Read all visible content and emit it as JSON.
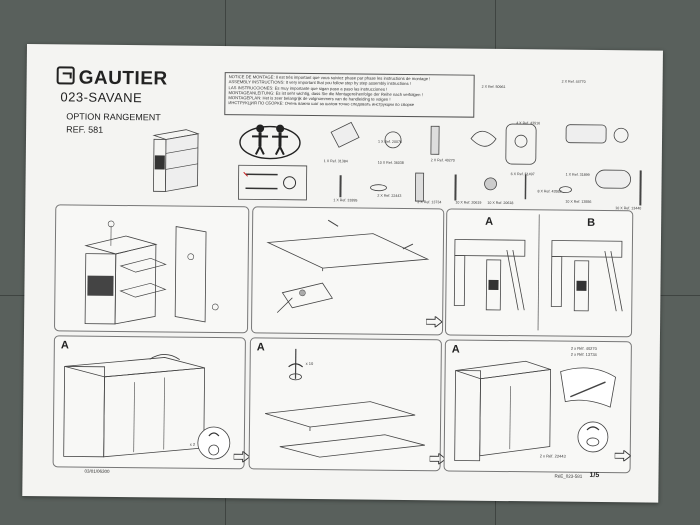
{
  "brand": {
    "name": "GAUTIER"
  },
  "product": {
    "model": "023-SAVANE",
    "option": "OPTION RANGEMENT",
    "ref": "REF. 581"
  },
  "notice": [
    "NOTICE DE MONTAGE: Il est très important que vous suiviez phase par phase les instructions de montage !",
    "ASSEMBLY INSTRUCTIONS: It very important that you follow step by step assembly instructions !",
    "LAS INSTRUCCIONES: Es muy importante que sigan paso a paso las instrucciones !",
    "MONTAGEANLEITUNG: Es ist sehr wichtig, dass Sie die Montagereihenfolge der Reihe nach verfolgen !",
    "MONTAGEPLAN: Het is zeer belangrijk de volgnummers van de handleiding te volgen !",
    "ИНСТРУКЦИЯ ПО СБОРКЕ: Очень важно шаг за шагом точно следовать инструкции по сборке"
  ],
  "parts": [
    {
      "label": "1 X Ref. 31384"
    },
    {
      "label": "1 X Ref. 20076"
    },
    {
      "label": "2 X Ref. 40270"
    },
    {
      "label": "10 X Ref. 36038"
    },
    {
      "label": "1 X Ref. 31895"
    },
    {
      "label": "2 X Ref. 22443"
    },
    {
      "label": "2 X Ref. 13734"
    },
    {
      "label": "10 X Ref. 20619"
    },
    {
      "label": "10 X Ref. 20618"
    },
    {
      "label": "2 X Ref. 50961"
    },
    {
      "label": "2 X Ref. 44770"
    },
    {
      "label": "4 X Ref. 43516"
    },
    {
      "label": "6 X Ref. 51497"
    },
    {
      "label": "8 X Ref. 43553"
    },
    {
      "label": "1 X Ref. 31899"
    },
    {
      "label": "10 X Ref. 13556"
    },
    {
      "label": "10 X Ref. 13440"
    }
  ],
  "steps": {
    "a": "A",
    "b": "B",
    "ref_a": "2 x Réf. 40270",
    "ref_b": "2 x Réf. 13734",
    "ref_c": "2 x Réf. 22443",
    "qty_x10": "x 10",
    "qty_x2": "x 2"
  },
  "footer": {
    "left_code": "03/01/06300",
    "right_code": "RéE_023-581",
    "page": "1/5"
  }
}
